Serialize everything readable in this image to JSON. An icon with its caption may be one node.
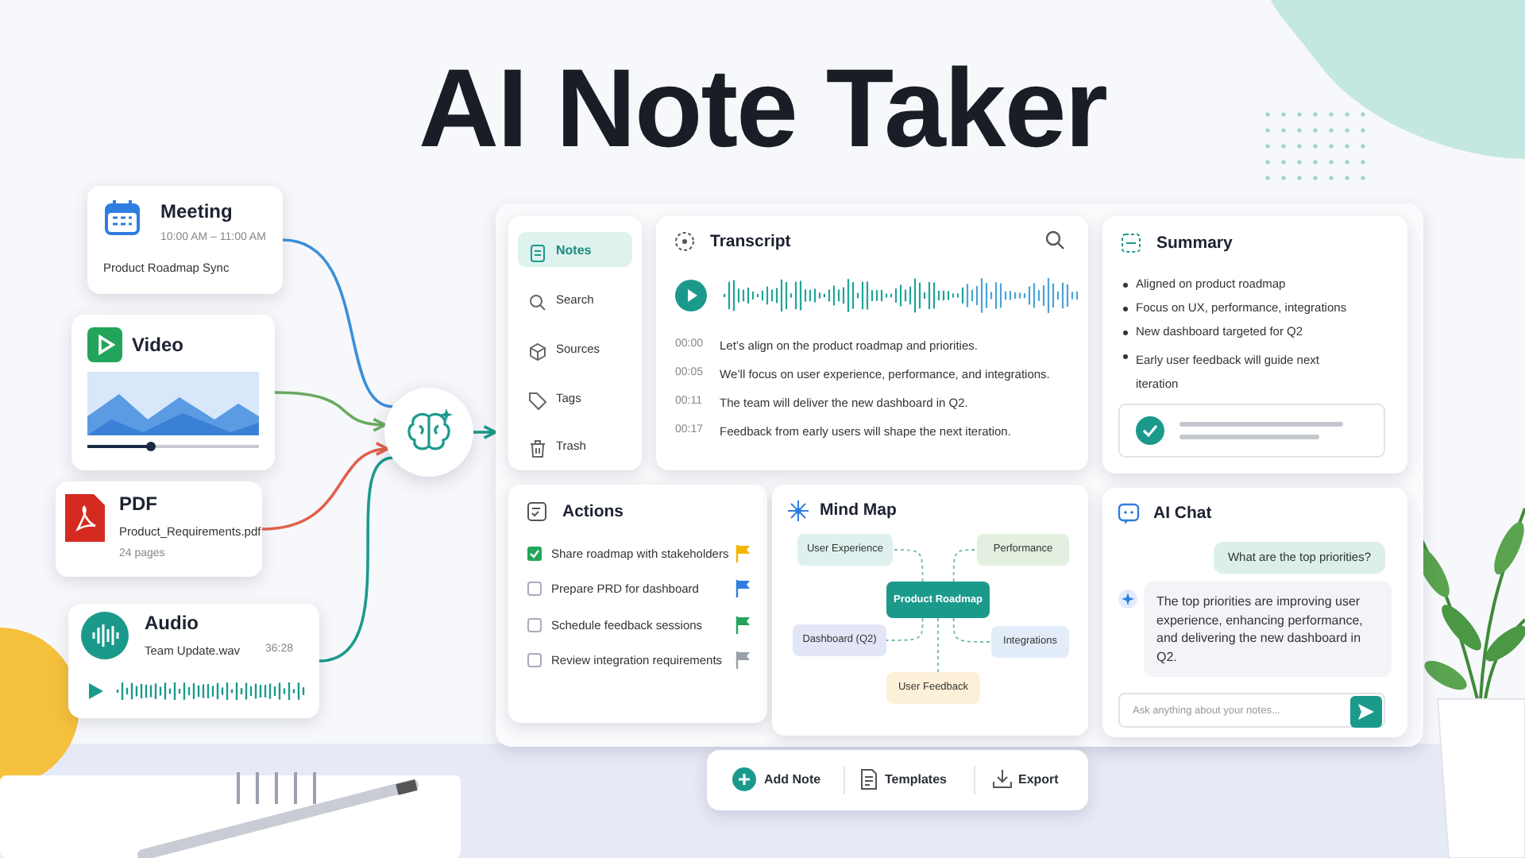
{
  "diagram": {
    "title": "AI Note Taker",
    "nodes": [
      {
        "text": [
          "Meeting",
          "10:00 AM – 11:00 AM",
          "Product Roadmap Sync"
        ]
      },
      {
        "text": [
          "Video"
        ]
      },
      {
        "text": [
          "PDF",
          "Product_Requirements.pdf",
          "24 pages"
        ]
      },
      {
        "text": [
          "Audio",
          "Team Update.wav",
          "36:28"
        ]
      },
      {
        "text": [],
        "shape": "circle"
      },
      {
        "text": [],
        "shape": "box"
      },
      {
        "text": [
          "Notes",
          "Search",
          "Sources",
          "Tags",
          "Trash"
        ],
        "in": 5
      },
      {
        "text": [
          "Transcript",
          "00:00",
          "Let’s align on the product roadmap and priorities.",
          "00:05",
          "We’ll focus on user experience, performance, and integrations.",
          "00:11",
          "The team will deliver the new dashboard in Q2.",
          "00:17",
          "Feedback from early users will shape the next iteration."
        ],
        "in": 5
      },
      {
        "text": [
          "Summary",
          "Aligned on product roadmap",
          "Focus on UX, performance, integrations",
          "New dashboard targeted for Q2",
          "Early user feedback will guide next iteration"
        ],
        "in": 5
      },
      {
        "text": [
          "Actions",
          "Share roadmap with stakeholders",
          "Prepare PRD for dashboard",
          "Schedule feedback sessions",
          "Review integration requirements"
        ],
        "in": 5
      },
      {
        "text": [
          "Mind Map"
        ],
        "in": 5
      },
      {
        "text": [
          "User Experience"
        ],
        "in": 10
      },
      {
        "text": [
          "Performance"
        ],
        "in": 10
      },
      {
        "text": [
          "Product Roadmap"
        ],
        "in": 10
      },
      {
        "text": [
          "Dashboard (Q2)"
        ],
        "in": 10
      },
      {
        "text": [
          "Integrations"
        ],
        "in": 10
      },
      {
        "text": [
          "User Feedback"
        ],
        "in": 10
      },
      {
        "text": [
          "AI Chat"
        ],
        "in": 5
      },
      {
        "text": [
          "What are the top priorities?"
        ],
        "in": 17
      },
      {
        "text": [
          "The top priorities are improving user experience, enhancing performance, and delivering the new dashboard in Q2."
        ],
        "in": 17
      },
      {
        "text": [
          "Ask anything about your notes..."
        ],
        "in": 17
      },
      {
        "text": [
          "Add Note",
          "Templates",
          "Export"
        ]
      }
    ],
    "edges": [
      {
        "from": 0,
        "to": 4,
        "arrow": "none",
        "color": "#3b8fd8"
      },
      {
        "from": 1,
        "to": 4,
        "arrow": "to",
        "color": "#6aab62"
      },
      {
        "from": 2,
        "to": 4,
        "arrow": "to",
        "color": "#e2604d"
      },
      {
        "from": 3,
        "to": 4,
        "arrow": "none",
        "color": "#1b9a8c"
      },
      {
        "from": 4,
        "to": 5,
        "arrow": "to",
        "color": "#1b9a8c"
      },
      {
        "from": 13,
        "to": 11,
        "arrow": "none",
        "style": "dashed",
        "color": "#6fb8ad"
      },
      {
        "from": 13,
        "to": 12,
        "arrow": "none",
        "style": "dashed",
        "color": "#6fb8ad"
      },
      {
        "from": 13,
        "to": 14,
        "arrow": "none",
        "style": "dashed",
        "color": "#6fb8ad"
      },
      {
        "from": 13,
        "to": 15,
        "arrow": "none",
        "style": "dashed",
        "color": "#6fb8ad"
      },
      {
        "from": 13,
        "to": 16,
        "arrow": "none",
        "style": "dashed",
        "color": "#6fb8ad"
      }
    ]
  }
}
